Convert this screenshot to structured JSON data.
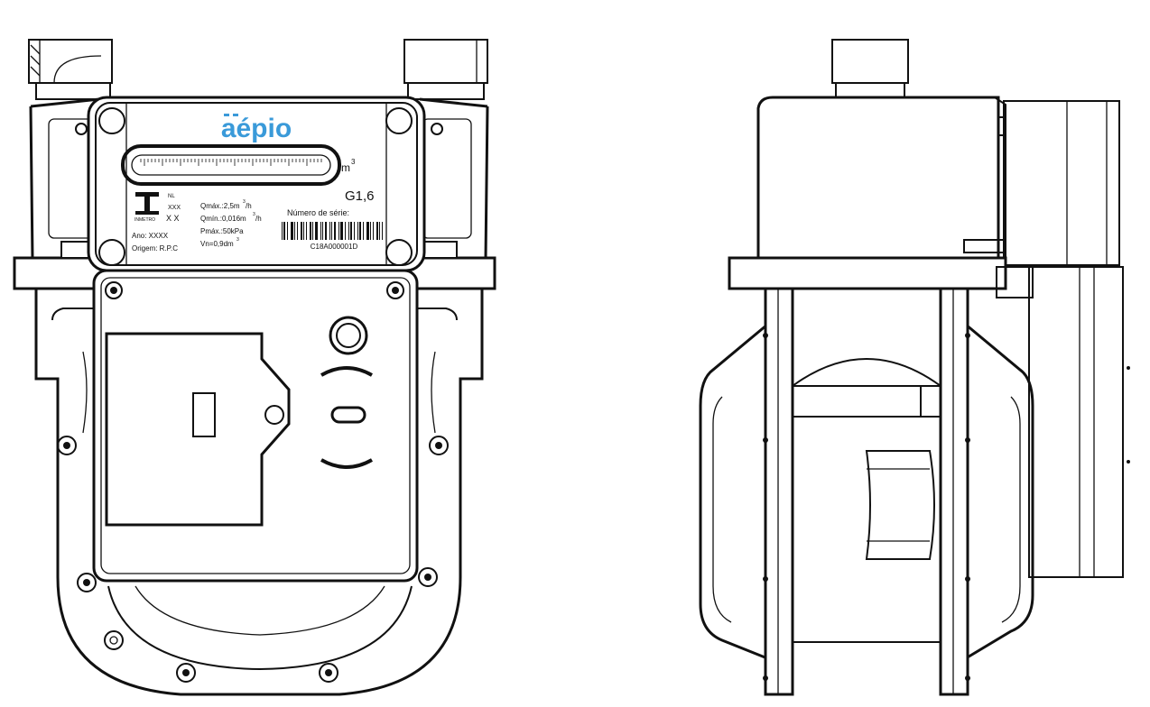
{
  "label": {
    "brand": "aépio",
    "unit": "m",
    "unit_exp": "3",
    "model": "G1,6",
    "inmetro_top": "NL",
    "inmetro_mid": "XXX",
    "inmetro_bot": "X X",
    "inmetro_word": "INMETRO",
    "qmax": "Qmáx.:2,5m",
    "qmax_exp": "3",
    "qmax_tail": "/h",
    "qmin": "Qmín.:0,016m",
    "qmin_exp": "3",
    "qmin_tail": "/h",
    "pmax": "Pmáx.:50kPa",
    "vn": "Vn=0,9dm",
    "vn_exp": "3",
    "ano": "Ano: XXXX",
    "origem": "Origem: R.P.C",
    "serial_label": "Número de série:",
    "serial_number": "C18A000001D"
  },
  "colors": {
    "brand": "#3a9ad9",
    "line": "#111111",
    "background": "#ffffff"
  },
  "views": [
    "front-view",
    "side-view"
  ]
}
